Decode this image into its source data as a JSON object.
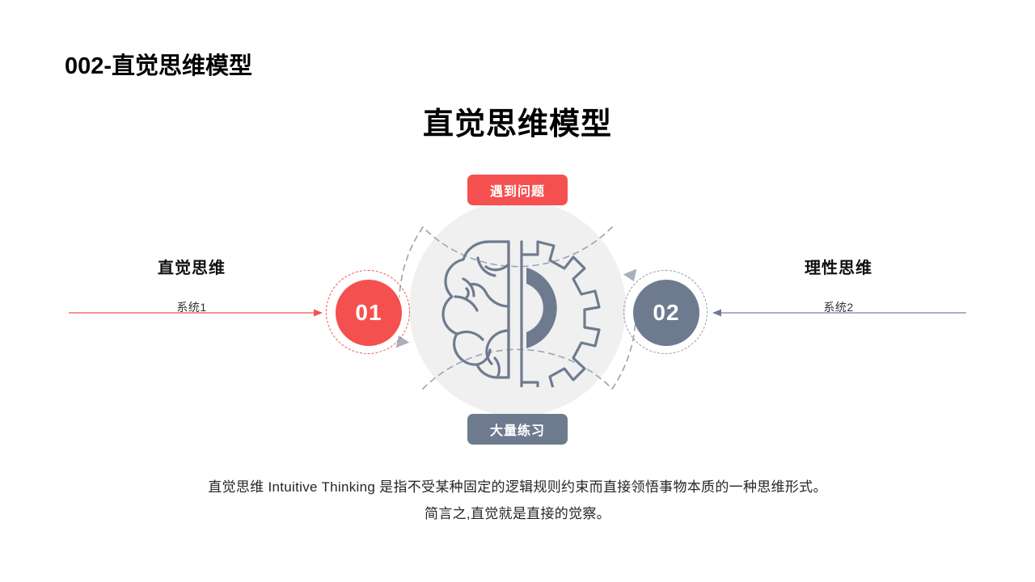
{
  "header": {
    "title": "002-直觉思维模型"
  },
  "main": {
    "title": "直觉思维模型"
  },
  "diagram": {
    "badges": {
      "top": {
        "label": "遇到问题",
        "color": "#f4504f"
      },
      "bottom": {
        "label": "大量练习",
        "color": "#6e7b8f"
      }
    },
    "nodes": [
      {
        "number": "01",
        "color": "#f4504f",
        "ring_color": "#f4504f"
      },
      {
        "number": "02",
        "color": "#6e7b8f",
        "ring_color": "#8c99ab"
      }
    ],
    "center_icon": "brain-gear-icon",
    "orbit": {
      "ring_color": "#9aa4b2",
      "disc_color": "#f0f0f0"
    },
    "wings": {
      "left": {
        "title": "直觉思维",
        "subtitle": "系统1",
        "arrow_color": "#f4706f",
        "arrow_direction": "right"
      },
      "right": {
        "title": "理性思维",
        "subtitle": "系统2",
        "arrow_color": "#6e7b8f",
        "arrow_direction": "left"
      }
    }
  },
  "caption": {
    "line1": "直觉思维 Intuitive Thinking 是指不受某种固定的逻辑规则约束而直接领悟事物本质的一种思维形式。",
    "line2": "简言之,直觉就是直接的觉察。"
  }
}
